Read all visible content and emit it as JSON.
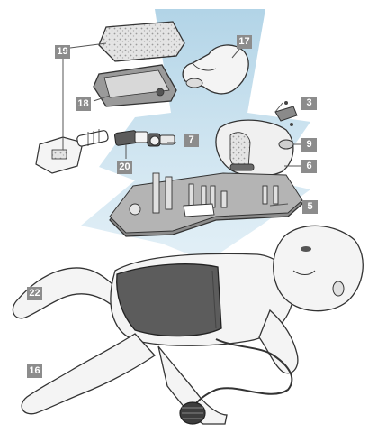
{
  "labels": {
    "part_3": "3",
    "part_5": "5",
    "part_6": "6",
    "part_7": "7",
    "part_9": "9",
    "part_16": "16",
    "part_17": "17",
    "part_18": "18",
    "part_19": "19",
    "part_20": "20",
    "part_22": "22"
  },
  "colors": {
    "beam": "#a9cfe4",
    "badge": "#8c8c8c",
    "line": "#333333",
    "fill_light": "#f2f2f2",
    "fill_mid": "#c8c8c8",
    "fill_dark": "#5c5c5c"
  }
}
